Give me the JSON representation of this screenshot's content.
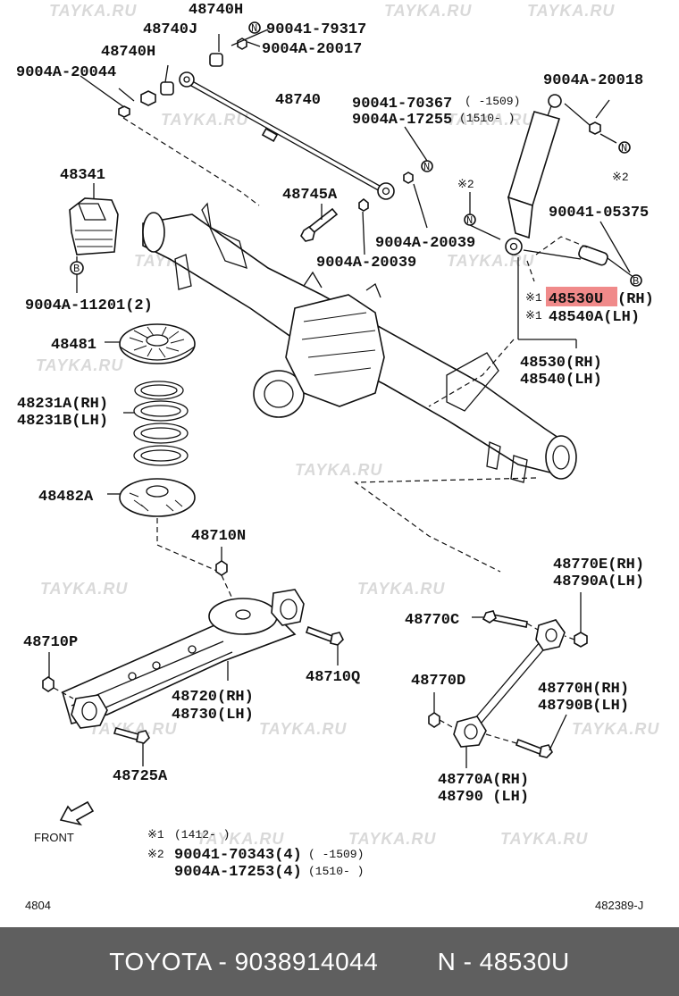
{
  "watermark": "TAYKA.RU",
  "labels": {
    "p48740H": "48740H",
    "p48740J": "48740J",
    "p90041_79317": "90041-79317",
    "p9004A_20017": "9004A-20017",
    "p48740H_b": "48740H",
    "p9004A_20044": "9004A-20044",
    "p48740": "48740",
    "p90041_70367": "90041-70367",
    "p70367_range": "(      -1509)",
    "p9004A_17255": "9004A-17255",
    "p17255_range": "(1510-      )",
    "p9004A_20018": "9004A-20018",
    "pX2_top": "※2",
    "pX2_right": "※2",
    "p48341": "48341",
    "p48745A": "48745A",
    "p90041_05375": "90041-05375",
    "p9004A_20039_a": "9004A-20039",
    "p9004A_20039_b": "9004A-20039",
    "p9004A_11201": "9004A-11201(2)",
    "pX1_a": "※1",
    "p48530U": "48530U",
    "p48530U_rh": "(RH)",
    "pX1_b": "※1",
    "p48540A": "48540A(LH)",
    "p48481": "48481",
    "p48530": "48530(RH)",
    "p48540": "48540(LH)",
    "p48231A": "48231A(RH)",
    "p48231B": "48231B(LH)",
    "p48482A": "48482A",
    "p48710N": "48710N",
    "p48770E": "48770E(RH)",
    "p48790A": "48790A(LH)",
    "p48710P": "48710P",
    "p48770C": "48770C",
    "p48710Q": "48710Q",
    "p48720": "48720(RH)",
    "p48730": "48730(LH)",
    "p48770D": "48770D",
    "p48770H": "48770H(RH)",
    "p48790B": "48790B(LH)",
    "p48725A": "48725A",
    "p48770A": "48770A(RH)",
    "p48790": "48790  (LH)",
    "front": "FRONT",
    "note1_mark": "※1",
    "note1_text": "(1412-      )",
    "note2_mark": "※2",
    "note2_a": "90041-70343(4)",
    "note2_a_range": "(      -1509)",
    "note2_b": "9004A-17253(4)",
    "note2_b_range": "(1510-      )",
    "code_left": "4804",
    "code_right": "482389-J",
    "nut_n": "N",
    "bolt_b": "B"
  },
  "highlight": {
    "part": "48530U",
    "color": "#f08a8a"
  },
  "footer": {
    "left": "TOYOTA - 9038914044",
    "right": "N - 48530U"
  }
}
